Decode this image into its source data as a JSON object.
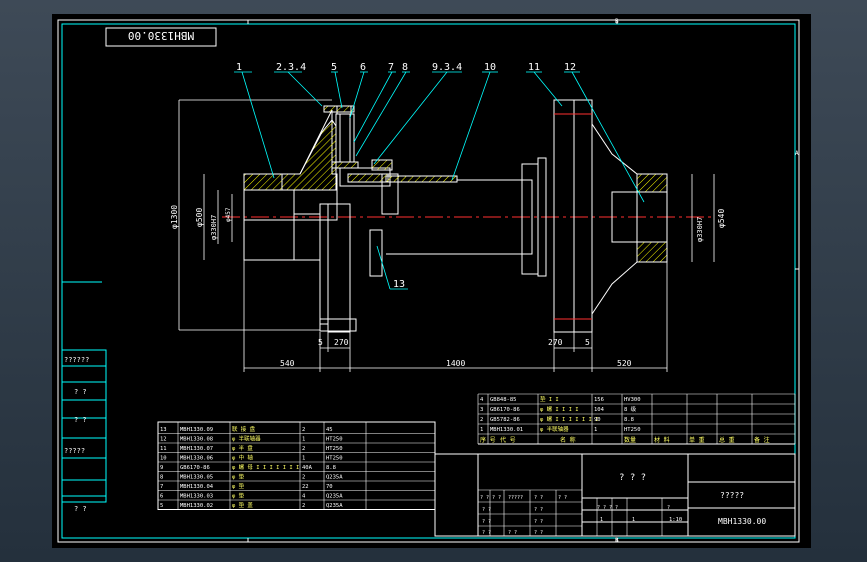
{
  "drawing": {
    "title_box": "MBH1330.00",
    "zone_marks": {
      "top": "B",
      "bottom": "B",
      "right": "A"
    }
  },
  "balloons": [
    "1",
    "2.3.4",
    "5",
    "6",
    "7",
    "8",
    "9.3.4",
    "10",
    "11",
    "12",
    "13"
  ],
  "dimensions": {
    "d1300": "φ1300",
    "d500": "φ500",
    "d330h7_left": "φ330H7",
    "d330h7_inner": "φ457",
    "d330h7_right": "φ330H7",
    "d540": "φ540",
    "len_540": "540",
    "len_5_left": "5",
    "len_270_left": "270",
    "len_1400": "1400",
    "len_270_right": "270",
    "len_5_right": "5",
    "len_520": "520"
  },
  "left_panel": {
    "labels": [
      "??????",
      "? ?",
      "? ?",
      "?????",
      "? ?"
    ]
  },
  "bom_left": [
    [
      "13",
      "MBH1330.09",
      "联 接 盘",
      "2",
      "45",
      ""
    ],
    [
      "12",
      "MBH1330.08",
      "φ 半联轴器",
      "1",
      "HT250",
      ""
    ],
    [
      "11",
      "MBH1330.07",
      "φ 半 盘",
      "2",
      "HT250",
      ""
    ],
    [
      "10",
      "MBH1330.06",
      "φ 中 轴",
      "1",
      "HT250",
      ""
    ],
    [
      "9",
      "GB6170-86",
      "φ 螺 母 I I I I I I I",
      "40A",
      "8.8",
      ""
    ],
    [
      "8",
      "MBH1330.05",
      "φ 垫",
      "2",
      "Q235A",
      ""
    ],
    [
      "7",
      "MBH1330.04",
      "φ 垫",
      "22",
      "70",
      ""
    ],
    [
      "6",
      "MBH1330.03",
      "φ 垫",
      "4",
      "Q235A",
      ""
    ],
    [
      "5",
      "MBH1330.02",
      "φ 垫 盖",
      "2",
      "Q235A",
      ""
    ]
  ],
  "bom_right": [
    [
      "4",
      "GB848-85",
      "垫 I I",
      "156",
      "HV300",
      "",
      ""
    ],
    [
      "3",
      "GB6170-86",
      "φ 螺 I I I I",
      "104",
      "8 级",
      "",
      ""
    ],
    [
      "2",
      "GB5782-86",
      "φ 螺 I I I I I I I",
      "90",
      "8.8",
      "",
      ""
    ],
    [
      "1",
      "MBH1330.01",
      "φ 半联轴器",
      "1",
      "HT250",
      "",
      ""
    ]
  ],
  "bom_header": [
    "序 号",
    "代 号",
    "名 称",
    "数量",
    "材 料",
    "单 重",
    "总 重",
    "备 注"
  ],
  "title_block": {
    "center_text": "? ? ?",
    "right_text": "?????",
    "drawing_no": "MBH1330.00",
    "scale": "1:10",
    "row_a": [
      "? ?",
      "? ?",
      "?????",
      "? ?",
      "? ?"
    ],
    "row_b": [
      "? ?",
      "? ?"
    ],
    "row_c": [
      "? ?",
      "? ?"
    ],
    "row_d": [
      "? ?",
      "? ?",
      "? ?"
    ],
    "mid_cells": [
      "? ? ? ?",
      "?"
    ],
    "one_a": "1",
    "one_b": "1"
  }
}
